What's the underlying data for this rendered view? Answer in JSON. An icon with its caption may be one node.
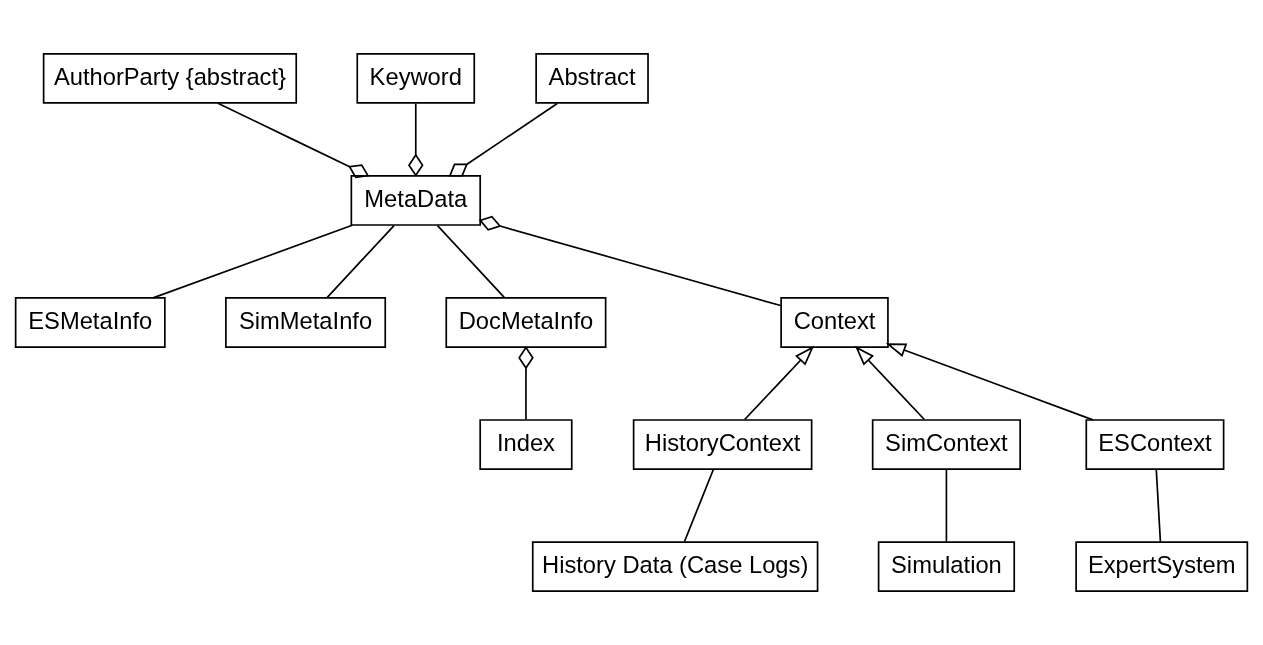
{
  "diagram": {
    "nodes": [
      {
        "text": [
          "AuthorParty {abstract}"
        ]
      },
      {
        "text": [
          "Keyword"
        ]
      },
      {
        "text": [
          "Abstract"
        ]
      },
      {
        "text": [
          "MetaData"
        ]
      },
      {
        "text": [
          "ESMetaInfo"
        ]
      },
      {
        "text": [
          "SimMetaInfo"
        ]
      },
      {
        "text": [
          "DocMetaInfo"
        ]
      },
      {
        "text": [
          "Context"
        ]
      },
      {
        "text": [
          "Index"
        ]
      },
      {
        "text": [
          "HistoryContext"
        ]
      },
      {
        "text": [
          "SimContext"
        ]
      },
      {
        "text": [
          "ESContext"
        ]
      },
      {
        "text": [
          "History Data (Case Logs)"
        ]
      },
      {
        "text": [
          "Simulation"
        ]
      },
      {
        "text": [
          "ExpertSystem"
        ]
      }
    ],
    "edges": [
      {
        "from": 0,
        "to": 3,
        "arrow": "other"
      },
      {
        "from": 1,
        "to": 3,
        "arrow": "other"
      },
      {
        "from": 2,
        "to": 3,
        "arrow": "other"
      },
      {
        "from": 7,
        "to": 3,
        "arrow": "other"
      },
      {
        "from": 3,
        "to": 4,
        "arrow": "none"
      },
      {
        "from": 3,
        "to": 5,
        "arrow": "none"
      },
      {
        "from": 3,
        "to": 6,
        "arrow": "none"
      },
      {
        "from": 8,
        "to": 6,
        "arrow": "other"
      },
      {
        "from": 9,
        "to": 7,
        "arrow": "to"
      },
      {
        "from": 10,
        "to": 7,
        "arrow": "to"
      },
      {
        "from": 11,
        "to": 7,
        "arrow": "to"
      },
      {
        "from": 9,
        "to": 12,
        "arrow": "none"
      },
      {
        "from": 10,
        "to": 13,
        "arrow": "none"
      },
      {
        "from": 11,
        "to": 14,
        "arrow": "none"
      }
    ]
  }
}
